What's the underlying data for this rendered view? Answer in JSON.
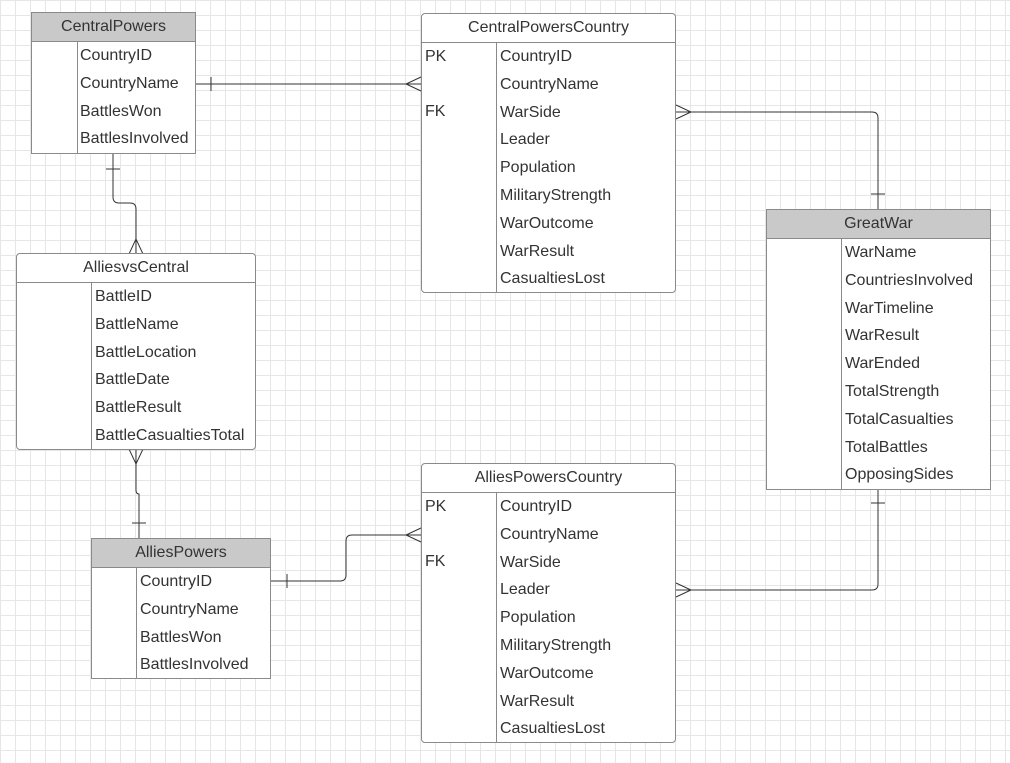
{
  "entities": {
    "central_powers": {
      "title": "CentralPowers",
      "fields": [
        "CountryID",
        "CountryName",
        "BattlesWon",
        "BattlesInvolved"
      ]
    },
    "central_powers_country": {
      "title": "CentralPowersCountry",
      "keys": {
        "pk": "PK",
        "fk": "FK"
      },
      "fields": [
        "CountryID",
        "CountryName",
        "WarSide",
        "Leader",
        "Population",
        "MilitaryStrength",
        "WarOutcome",
        "WarResult",
        "CasualtiesLost"
      ]
    },
    "allies_vs_central": {
      "title": "AlliesvsCentral",
      "fields": [
        "BattleID",
        "BattleName",
        "BattleLocation",
        "BattleDate",
        "BattleResult",
        "BattleCasualtiesTotal"
      ]
    },
    "great_war": {
      "title": "GreatWar",
      "fields": [
        "WarName",
        "CountriesInvolved",
        "WarTimeline",
        "WarResult",
        "WarEnded",
        "TotalStrength",
        "TotalCasualties",
        "TotalBattles",
        "OpposingSides"
      ]
    },
    "allies_powers": {
      "title": "AlliesPowers",
      "fields": [
        "CountryID",
        "CountryName",
        "BattlesWon",
        "BattlesInvolved"
      ]
    },
    "allies_powers_country": {
      "title": "AlliesPowersCountry",
      "keys": {
        "pk": "PK",
        "fk": "FK"
      },
      "fields": [
        "CountryID",
        "CountryName",
        "WarSide",
        "Leader",
        "Population",
        "MilitaryStrength",
        "WarOutcome",
        "WarResult",
        "CasualtiesLost"
      ]
    }
  },
  "relationships": [
    {
      "from": "CentralPowers",
      "to": "CentralPowersCountry",
      "from_end": "one",
      "to_end": "many"
    },
    {
      "from": "CentralPowers",
      "to": "AlliesvsCentral",
      "from_end": "one",
      "to_end": "many"
    },
    {
      "from": "AlliesvsCentral",
      "to": "AlliesPowers",
      "from_end": "many",
      "to_end": "one"
    },
    {
      "from": "AlliesPowers",
      "to": "AlliesPowersCountry",
      "from_end": "one",
      "to_end": "many"
    },
    {
      "from": "GreatWar",
      "to": "CentralPowersCountry",
      "from_end": "one",
      "to_end": "many"
    },
    {
      "from": "GreatWar",
      "to": "AlliesPowersCountry",
      "from_end": "one",
      "to_end": "many"
    }
  ],
  "colors": {
    "header_shaded": "#c9c9c9",
    "border": "#8a8a8a",
    "line": "#333333",
    "grid": "#e6e6e6"
  }
}
